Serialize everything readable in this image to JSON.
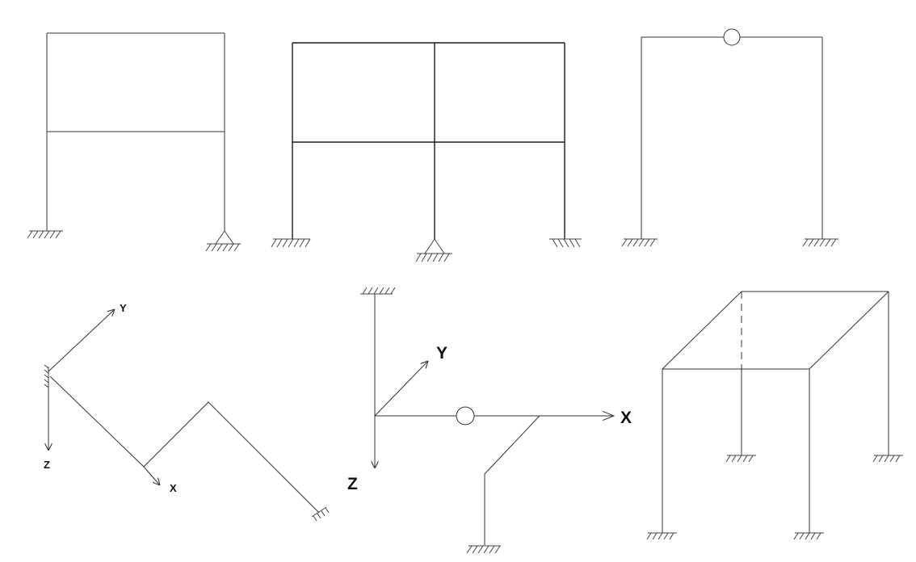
{
  "diagrams": [
    {
      "id": "frame-two-storey-fixed-pinned"
    },
    {
      "id": "frame-two-bay-two-storey"
    },
    {
      "id": "portal-frame-with-hinge"
    },
    {
      "id": "space-frame-zigzag",
      "axes": {
        "x": "X",
        "y": "Y",
        "z": "Z"
      }
    },
    {
      "id": "space-frame-with-hinge",
      "axes": {
        "x": "X",
        "y": "Y",
        "z": "Z"
      }
    },
    {
      "id": "space-frame-four-columns"
    }
  ],
  "colors": {
    "line": "#333333",
    "background": "#ffffff"
  }
}
